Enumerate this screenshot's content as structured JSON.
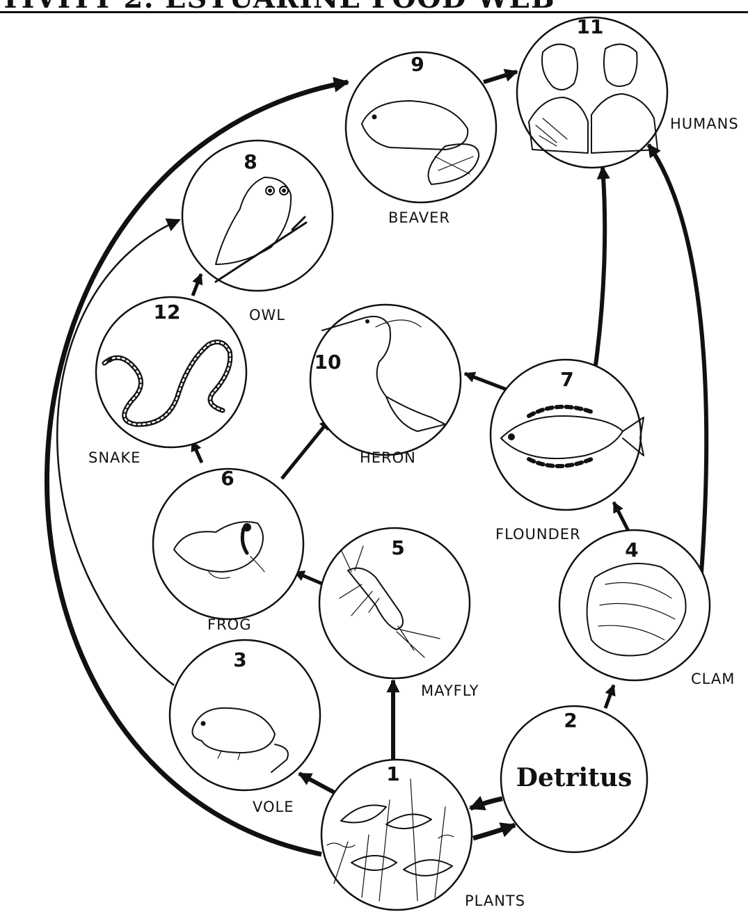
{
  "title": "TIVITY 2: ESTUARINE FOOD WEB",
  "detritus_text": "Detritus",
  "nodes": [
    {
      "id": "1",
      "name": "PLANTS"
    },
    {
      "id": "2",
      "name": ""
    },
    {
      "id": "3",
      "name": "VOLE"
    },
    {
      "id": "4",
      "name": "CLAM"
    },
    {
      "id": "5",
      "name": "MAYFLY"
    },
    {
      "id": "6",
      "name": "FROG"
    },
    {
      "id": "7",
      "name": "FLOUNDER"
    },
    {
      "id": "8",
      "name": "OWL"
    },
    {
      "id": "9",
      "name": "BEAVER"
    },
    {
      "id": "10",
      "name": "HERON"
    },
    {
      "id": "11",
      "name": "HUMANS"
    },
    {
      "id": "12",
      "name": "SNAKE"
    }
  ],
  "links": [
    {
      "from": "1",
      "to": "3"
    },
    {
      "from": "1",
      "to": "5"
    },
    {
      "from": "1",
      "to": "2"
    },
    {
      "from": "2",
      "to": "1"
    },
    {
      "from": "2",
      "to": "4"
    },
    {
      "from": "4",
      "to": "7"
    },
    {
      "from": "4",
      "to": "11"
    },
    {
      "from": "5",
      "to": "6"
    },
    {
      "from": "6",
      "to": "12"
    },
    {
      "from": "6",
      "to": "10"
    },
    {
      "from": "7",
      "to": "10"
    },
    {
      "from": "7",
      "to": "11"
    },
    {
      "from": "12",
      "to": "8"
    },
    {
      "from": "3",
      "to": "8"
    },
    {
      "from": "1",
      "to": "9"
    },
    {
      "from": "9",
      "to": "11"
    }
  ]
}
